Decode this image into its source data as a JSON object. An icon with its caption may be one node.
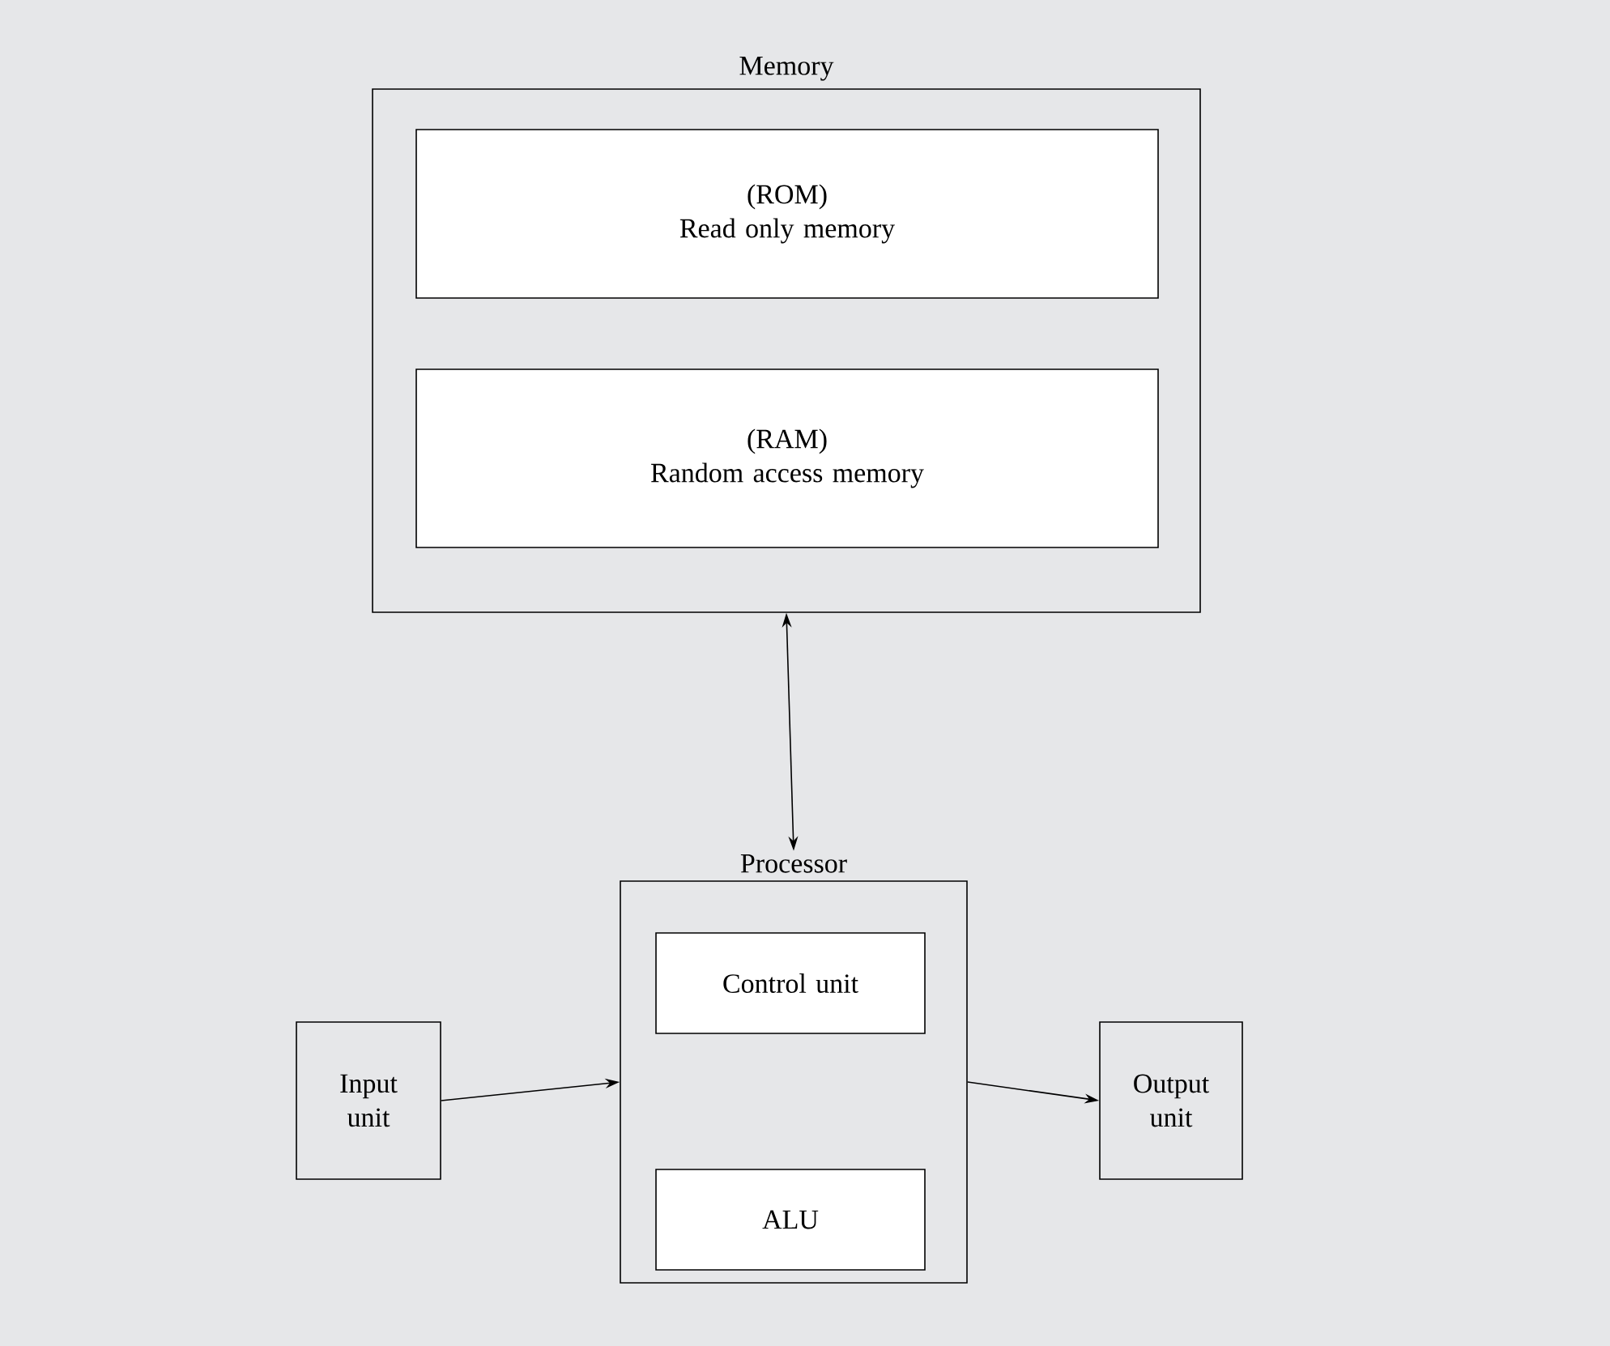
{
  "diagram": {
    "nodes": [
      {
        "text": [
          "Memory"
        ]
      },
      {
        "text": [
          "(ROM)",
          "Read only memory"
        ],
        "in": 0
      },
      {
        "text": [
          "(RAM)",
          "Random access memory"
        ],
        "in": 0
      },
      {
        "text": [
          "Processor"
        ]
      },
      {
        "text": [
          "Control unit"
        ],
        "in": 3
      },
      {
        "text": [
          "ALU"
        ],
        "in": 3
      },
      {
        "text": [
          "Input unit"
        ]
      },
      {
        "text": [
          "Output unit"
        ]
      }
    ],
    "edges": [
      {
        "from": 0,
        "to": 3,
        "arrow": "both"
      },
      {
        "from": 6,
        "to": 3,
        "arrow": "to"
      },
      {
        "from": 3,
        "to": 7,
        "arrow": "to"
      }
    ]
  }
}
